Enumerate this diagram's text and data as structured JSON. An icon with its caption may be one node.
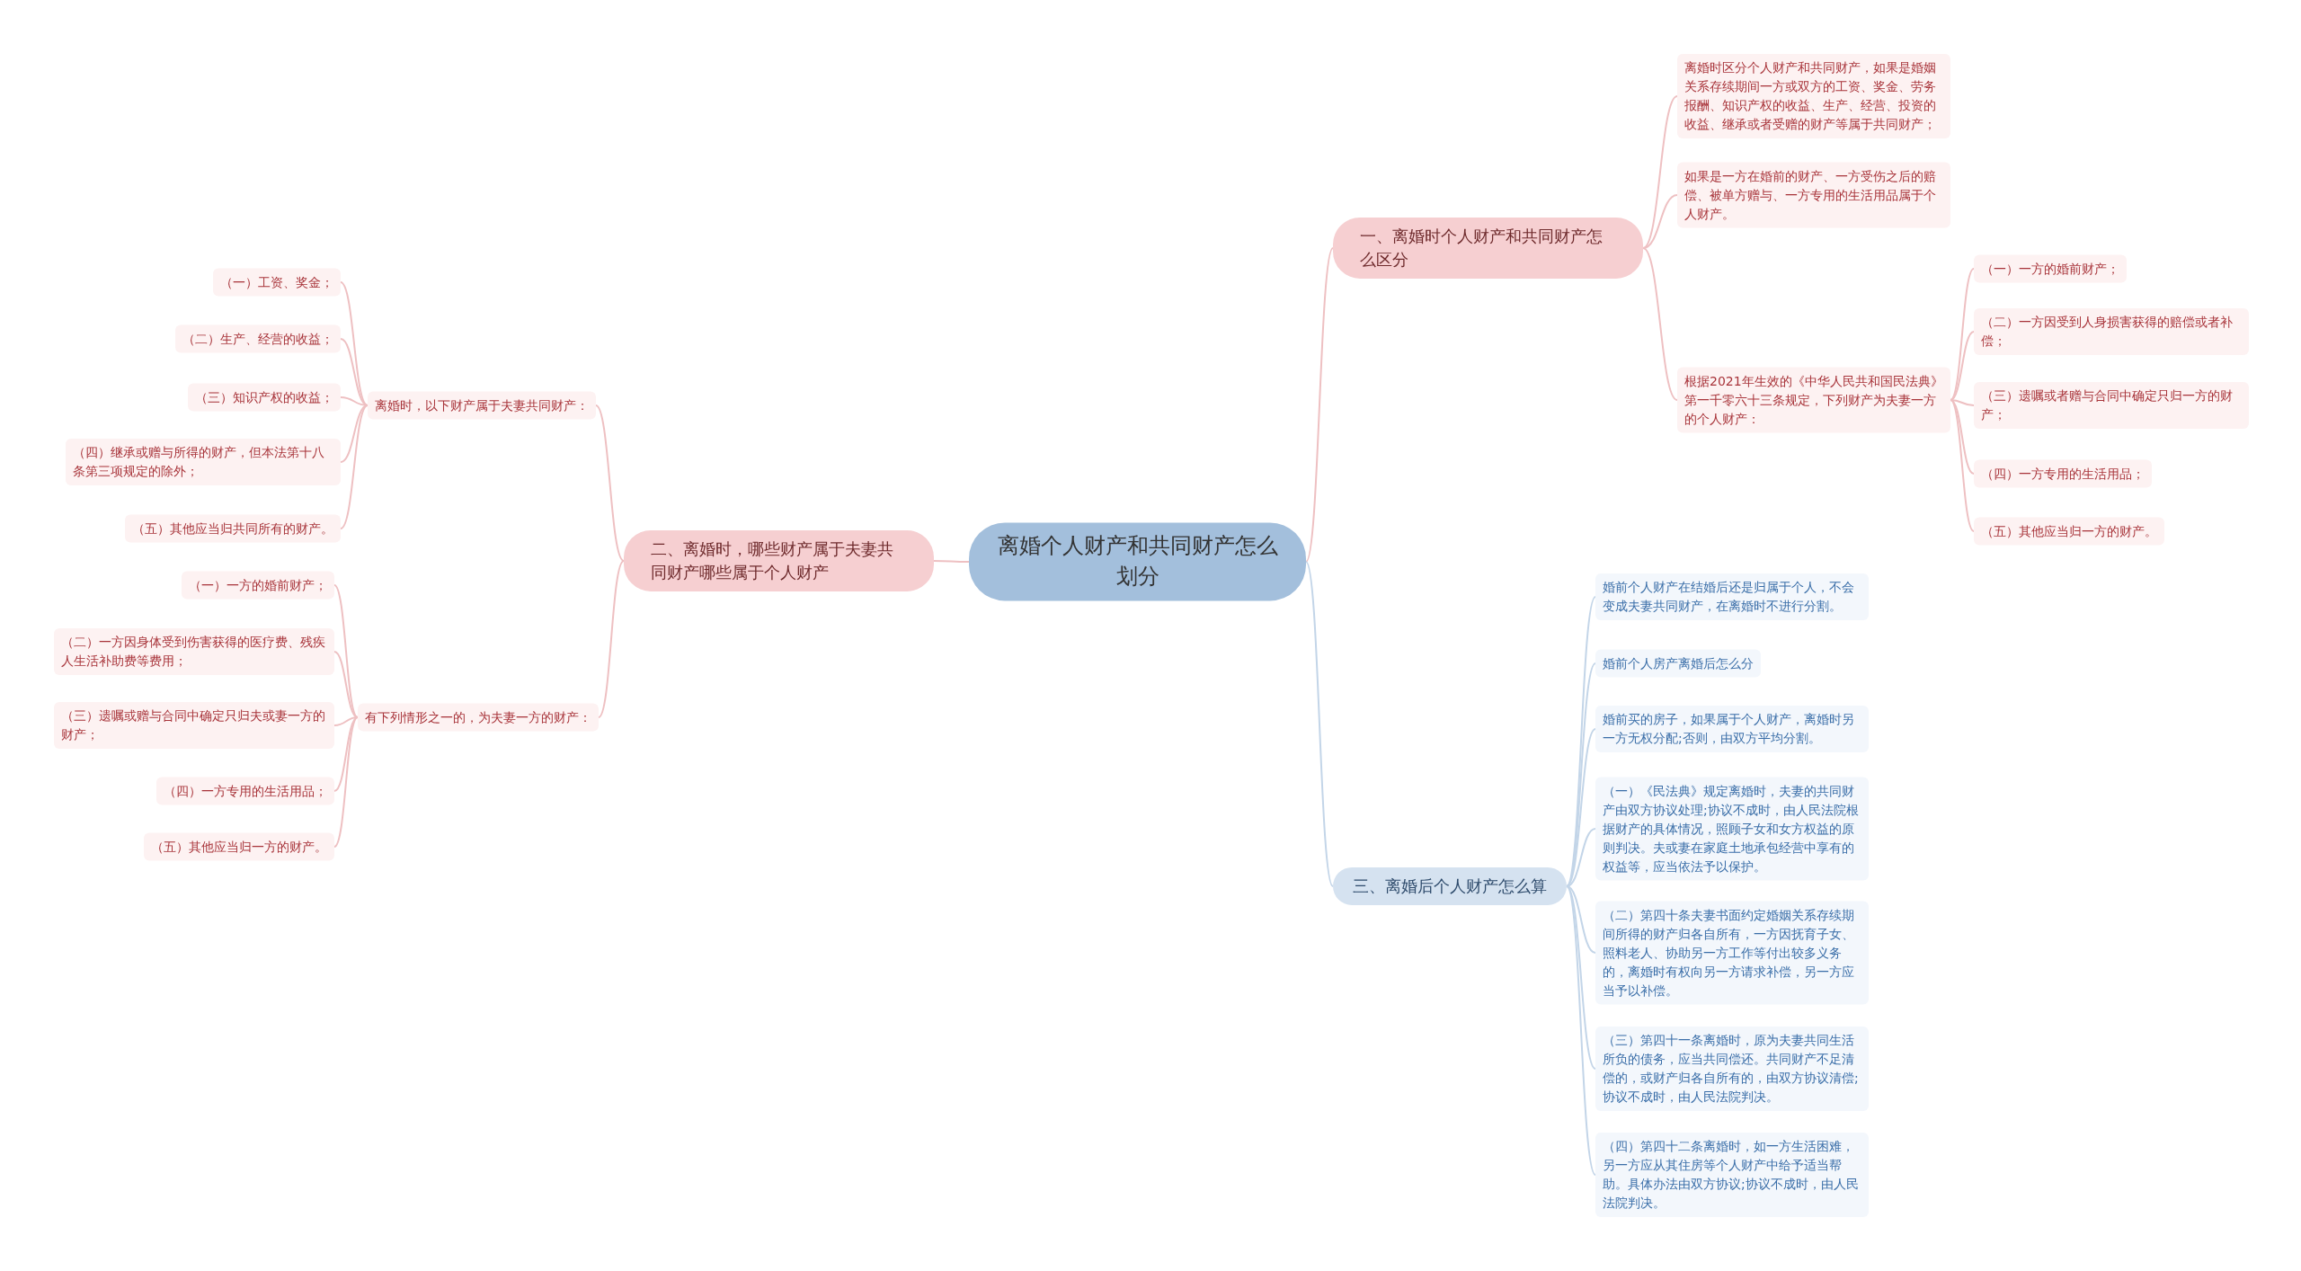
{
  "diagram": {
    "nodes": [
      {
        "text": [
          "离婚个人财产和共同财产怎么划分"
        ]
      },
      {
        "text": [
          "一、离婚时个人财产和共同财产怎么区分"
        ]
      },
      {
        "text": [
          "离婚时区分个人财产和共同财产，如果是婚姻关系存续期间一方或双方的工资、奖金、劳务报酬、知识产权的收益、生产、经营、投资的收益、继承或者受赠的财产等属于共同财产；"
        ]
      },
      {
        "text": [
          "如果是一方在婚前的财产、一方受伤之后的赔偿、被单方赠与、一方专用的生活用品属于个人财产。"
        ]
      },
      {
        "text": [
          "根据2021年生效的《中华人民共和国民法典》第一千零六十三条规定，下列财产为夫妻一方的个人财产："
        ]
      },
      {
        "text": [
          "（一）一方的婚前财产；"
        ]
      },
      {
        "text": [
          "（二）一方因受到人身损害获得的赔偿或者补偿；"
        ]
      },
      {
        "text": [
          "（三）遗嘱或者赠与合同中确定只归一方的财产；"
        ]
      },
      {
        "text": [
          "（四）一方专用的生活用品；"
        ]
      },
      {
        "text": [
          "（五）其他应当归一方的财产。"
        ]
      },
      {
        "text": [
          "二、离婚时，哪些财产属于夫妻共同财产哪些属于个人财产"
        ]
      },
      {
        "text": [
          "离婚时，以下财产属于夫妻共同财产："
        ]
      },
      {
        "text": [
          "（一）工资、奖金；"
        ]
      },
      {
        "text": [
          "（二）生产、经营的收益；"
        ]
      },
      {
        "text": [
          "（三）知识产权的收益；"
        ]
      },
      {
        "text": [
          "（四）继承或赠与所得的财产，但本法第十八条第三项规定的除外；"
        ]
      },
      {
        "text": [
          "（五）其他应当归共同所有的财产。"
        ]
      },
      {
        "text": [
          "有下列情形之一的，为夫妻一方的财产："
        ]
      },
      {
        "text": [
          "（一）一方的婚前财产；"
        ]
      },
      {
        "text": [
          "（二）一方因身体受到伤害获得的医疗费、残疾人生活补助费等费用；"
        ]
      },
      {
        "text": [
          "（三）遗嘱或赠与合同中确定只归夫或妻一方的财产；"
        ]
      },
      {
        "text": [
          "（四）一方专用的生活用品；"
        ]
      },
      {
        "text": [
          "（五）其他应当归一方的财产。"
        ]
      },
      {
        "text": [
          "三、离婚后个人财产怎么算"
        ]
      },
      {
        "text": [
          "婚前个人财产在结婚后还是归属于个人，不会变成夫妻共同财产，在离婚时不进行分割。"
        ]
      },
      {
        "text": [
          "婚前个人房产离婚后怎么分"
        ]
      },
      {
        "text": [
          "婚前买的房子，如果属于个人财产，离婚时另一方无权分配;否则，由双方平均分割。"
        ]
      },
      {
        "text": [
          "（一）《民法典》规定离婚时，夫妻的共同财产由双方协议处理;协议不成时，由人民法院根据财产的具体情况，照顾子女和女方权益的原则判决。夫或妻在家庭土地承包经营中享有的权益等，应当依法予以保护。"
        ]
      },
      {
        "text": [
          "（二）第四十条夫妻书面约定婚姻关系存续期间所得的财产归各自所有，一方因抚育子女、照料老人、协助另一方工作等付出较多义务的，离婚时有权向另一方请求补偿，另一方应当予以补偿。"
        ]
      },
      {
        "text": [
          "（三）第四十一条离婚时，原为夫妻共同生活所负的债务，应当共同偿还。共同财产不足清偿的，或财产归各自所有的，由双方协议清偿;协议不成时，由人民法院判决。"
        ]
      },
      {
        "text": [
          "（四）第四十二条离婚时，如一方生活困难，另一方应从其住房等个人财产中给予适当帮助。具体办法由双方协议;协议不成时，由人民法院判决。"
        ]
      }
    ],
    "edges": [
      {
        "from": 0,
        "to": 1,
        "arrow": "none"
      },
      {
        "from": 1,
        "to": 2,
        "arrow": "none"
      },
      {
        "from": 1,
        "to": 3,
        "arrow": "none"
      },
      {
        "from": 1,
        "to": 4,
        "arrow": "none"
      },
      {
        "from": 4,
        "to": 5,
        "arrow": "none"
      },
      {
        "from": 4,
        "to": 6,
        "arrow": "none"
      },
      {
        "from": 4,
        "to": 7,
        "arrow": "none"
      },
      {
        "from": 4,
        "to": 8,
        "arrow": "none"
      },
      {
        "from": 4,
        "to": 9,
        "arrow": "none"
      },
      {
        "from": 0,
        "to": 10,
        "arrow": "none"
      },
      {
        "from": 10,
        "to": 11,
        "arrow": "none"
      },
      {
        "from": 11,
        "to": 12,
        "arrow": "none"
      },
      {
        "from": 11,
        "to": 13,
        "arrow": "none"
      },
      {
        "from": 11,
        "to": 14,
        "arrow": "none"
      },
      {
        "from": 11,
        "to": 15,
        "arrow": "none"
      },
      {
        "from": 11,
        "to": 16,
        "arrow": "none"
      },
      {
        "from": 10,
        "to": 17,
        "arrow": "none"
      },
      {
        "from": 17,
        "to": 18,
        "arrow": "none"
      },
      {
        "from": 17,
        "to": 19,
        "arrow": "none"
      },
      {
        "from": 17,
        "to": 20,
        "arrow": "none"
      },
      {
        "from": 17,
        "to": 21,
        "arrow": "none"
      },
      {
        "from": 17,
        "to": 22,
        "arrow": "none"
      },
      {
        "from": 0,
        "to": 23,
        "arrow": "none",
        "color": "#c3d5e8"
      },
      {
        "from": 23,
        "to": 24,
        "arrow": "none",
        "color": "#c3d5e8"
      },
      {
        "from": 23,
        "to": 25,
        "arrow": "none",
        "color": "#c3d5e8"
      },
      {
        "from": 23,
        "to": 26,
        "arrow": "none",
        "color": "#c3d5e8"
      },
      {
        "from": 23,
        "to": 27,
        "arrow": "none",
        "color": "#c3d5e8"
      },
      {
        "from": 23,
        "to": 28,
        "arrow": "none",
        "color": "#c3d5e8"
      },
      {
        "from": 23,
        "to": 29,
        "arrow": "none",
        "color": "#c3d5e8"
      },
      {
        "from": 23,
        "to": 30,
        "arrow": "none",
        "color": "#c3d5e8"
      }
    ]
  }
}
